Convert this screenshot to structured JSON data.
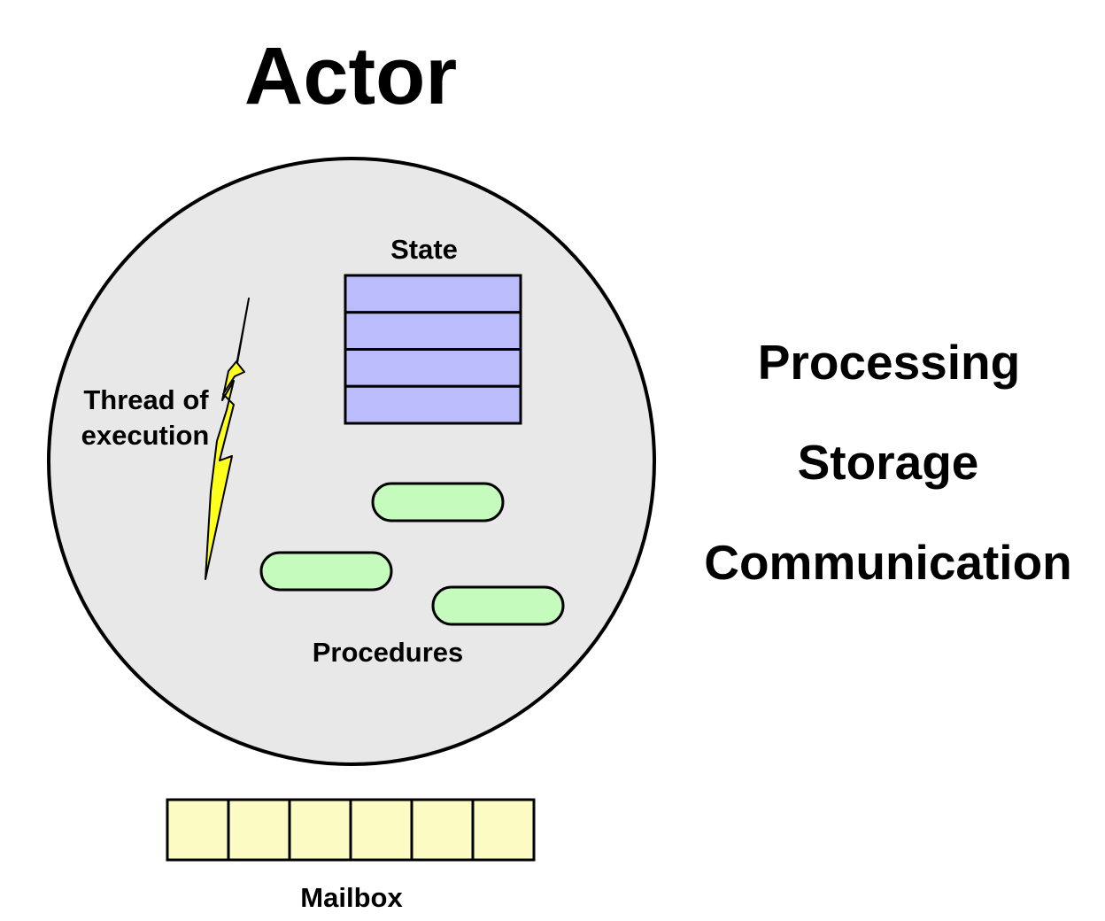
{
  "title": "Actor",
  "labels": {
    "state": "State",
    "thread_line1": "Thread of",
    "thread_line2": "execution",
    "procedures": "Procedures",
    "mailbox": "Mailbox"
  },
  "aspects": [
    "Processing",
    "Storage",
    "Communication"
  ],
  "state_rows": 4,
  "mailbox_slots": 6,
  "procedure_count": 3,
  "colors": {
    "background": "#ffffff",
    "actor_fill": "#e8e8e8",
    "state_fill": "#bbbcfb",
    "procedure_fill": "#c6fbbe",
    "mailbox_fill": "#fbfbc3",
    "lightning_fill": "#ffff1e",
    "outline": "#000000"
  }
}
